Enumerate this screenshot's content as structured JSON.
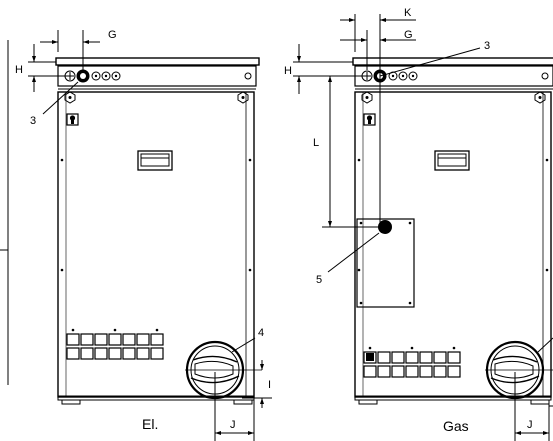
{
  "left_unit": {
    "caption": "El.",
    "dimensions": {
      "g": "G",
      "h": "H",
      "i": "I",
      "j": "J"
    },
    "callouts": {
      "connection": "3",
      "duct": "4"
    }
  },
  "right_unit": {
    "caption": "Gas",
    "dimensions": {
      "k": "K",
      "g": "G",
      "h": "H",
      "l": "L",
      "j": "J"
    },
    "callouts": {
      "connection": "3",
      "inlet": "5"
    }
  },
  "icons": [
    "hex-bolt-icon",
    "handle-icon",
    "switch-icon",
    "grille-icon"
  ]
}
